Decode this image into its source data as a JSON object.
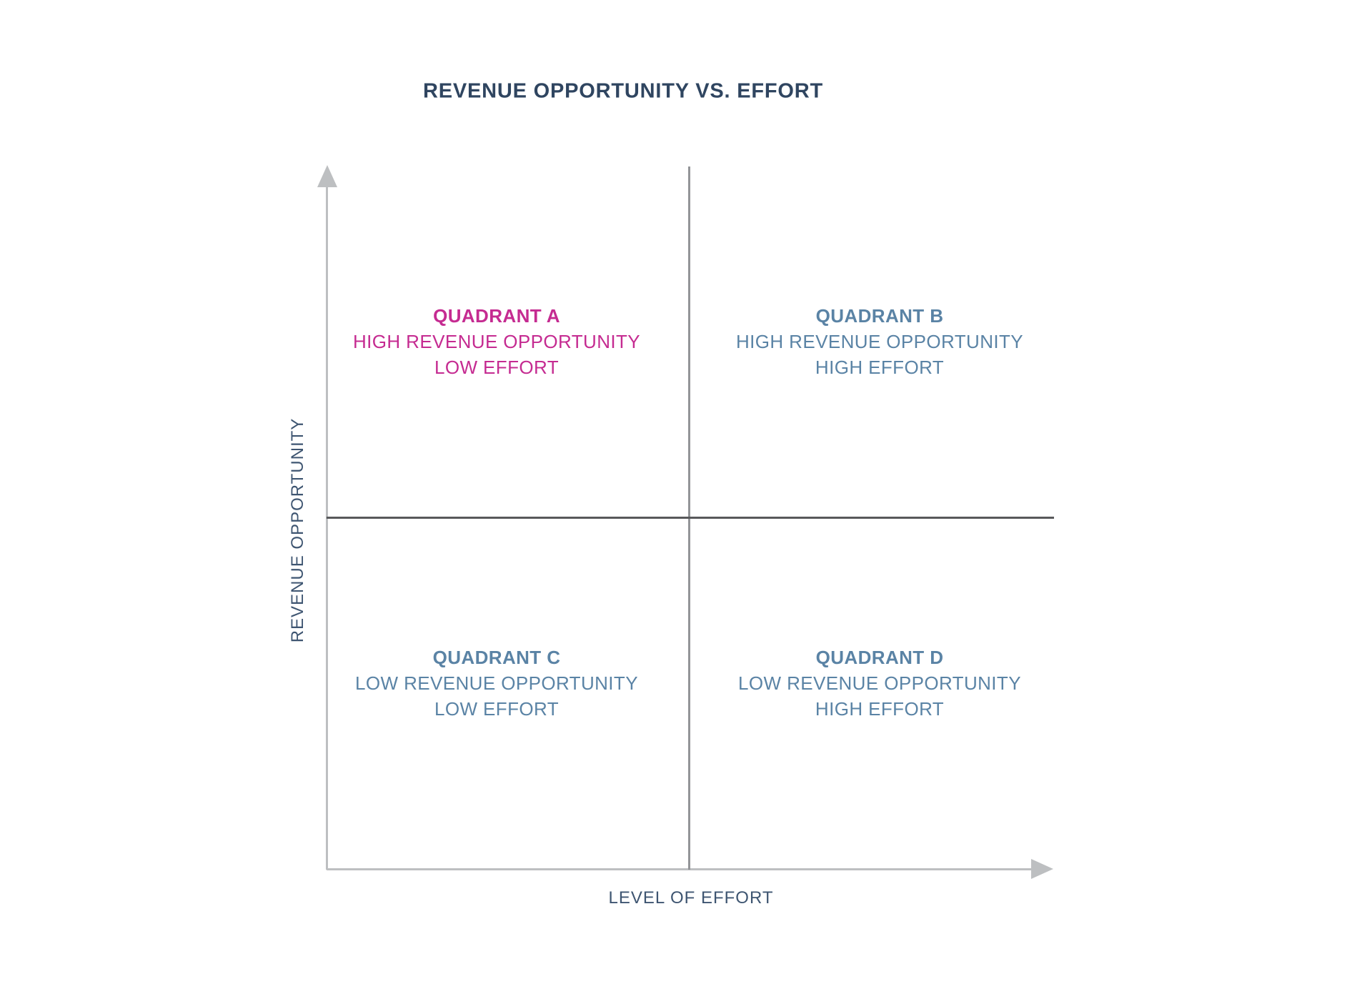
{
  "title": "REVENUE OPPORTUNITY VS. EFFORT",
  "axes": {
    "x_label": "LEVEL OF EFFORT",
    "y_label": "REVENUE OPPORTUNITY"
  },
  "quadrants": [
    {
      "id": "A",
      "name": "QUADRANT A",
      "line1": "HIGH REVENUE OPPORTUNITY",
      "line2": "LOW EFFORT",
      "color": "#C52B91"
    },
    {
      "id": "B",
      "name": "QUADRANT B",
      "line1": "HIGH REVENUE OPPORTUNITY",
      "line2": "HIGH EFFORT",
      "color": "#5A83A5"
    },
    {
      "id": "C",
      "name": "QUADRANT C",
      "line1": "LOW REVENUE OPPORTUNITY",
      "line2": "LOW EFFORT",
      "color": "#5A83A5"
    },
    {
      "id": "D",
      "name": "QUADRANT D",
      "line1": "LOW REVENUE OPPORTUNITY",
      "line2": "HIGH EFFORT",
      "color": "#5A83A5"
    }
  ],
  "colors": {
    "title": "#2F4560",
    "axis_label": "#3E5571",
    "quadrant_a_text": "#C52B91",
    "quadrant_bcd_text": "#5A83A5",
    "axis_line": "#BDBFC1",
    "divider_vertical": "#939598",
    "divider_horizontal": "#58595B"
  }
}
